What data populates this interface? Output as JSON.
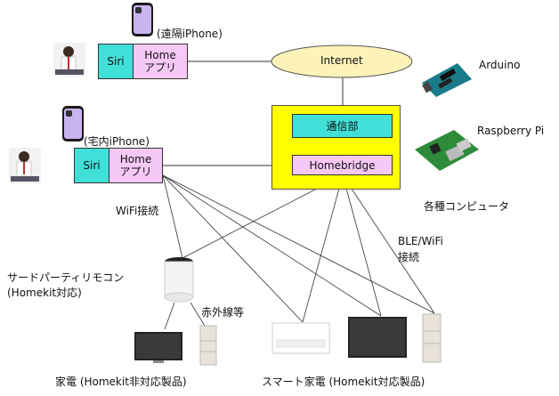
{
  "labels": {
    "remote_iphone": "(遠隔iPhone)",
    "home_iphone": "(宅内iPhone)",
    "internet": "Internet",
    "arduino": "Arduino",
    "raspberry_pi": "Raspberry Pi",
    "computers": "各種コンピュータ",
    "wifi": "WiFi接続",
    "ble_wifi_line1": "BLE/WiFi",
    "ble_wifi_line2": "接続",
    "third_party_line1": "サードパーティリモコン",
    "third_party_line2": "(Homekit対応)",
    "infrared": "赤外線等",
    "appliances_non": "家電 (Homekit非対応製品)",
    "appliances_smart": "スマート家電 (Homekit対応製品)"
  },
  "remote_app": {
    "siri": "Siri",
    "home_line1": "Home",
    "home_line2": "アプリ"
  },
  "home_app": {
    "siri": "Siri",
    "home_line1": "Home",
    "home_line2": "アプリ"
  },
  "hub": {
    "comm": "通信部",
    "homebridge": "Homebridge"
  },
  "colors": {
    "siri": "#40e0d8",
    "home_app": "#f6c8f6",
    "hub": "#ffff00",
    "internet": "#fdf3b8"
  }
}
